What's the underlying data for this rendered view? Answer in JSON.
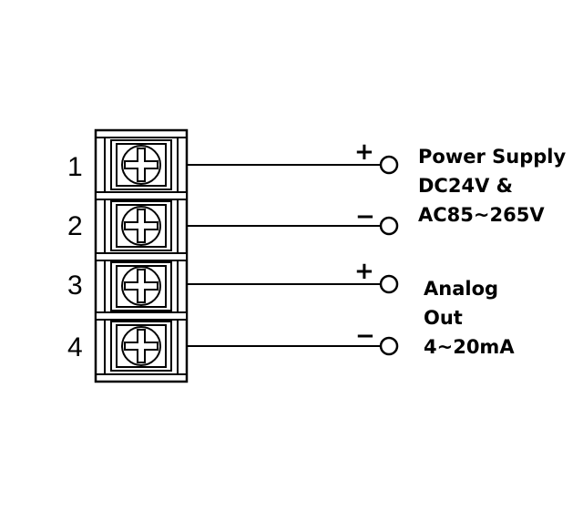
{
  "terminals": [
    {
      "number": "1",
      "polarity": "+"
    },
    {
      "number": "2",
      "polarity": "−"
    },
    {
      "number": "3",
      "polarity": "+"
    },
    {
      "number": "4",
      "polarity": "−"
    }
  ],
  "labels": {
    "power": {
      "line1": "Power Supply",
      "line2": "DC24V &",
      "line3": "AC85~265V"
    },
    "analog": {
      "line1": "Analog",
      "line2": "Out",
      "line3": "4~20mA"
    }
  },
  "colors": {
    "stroke": "#000000",
    "background": "#ffffff"
  }
}
